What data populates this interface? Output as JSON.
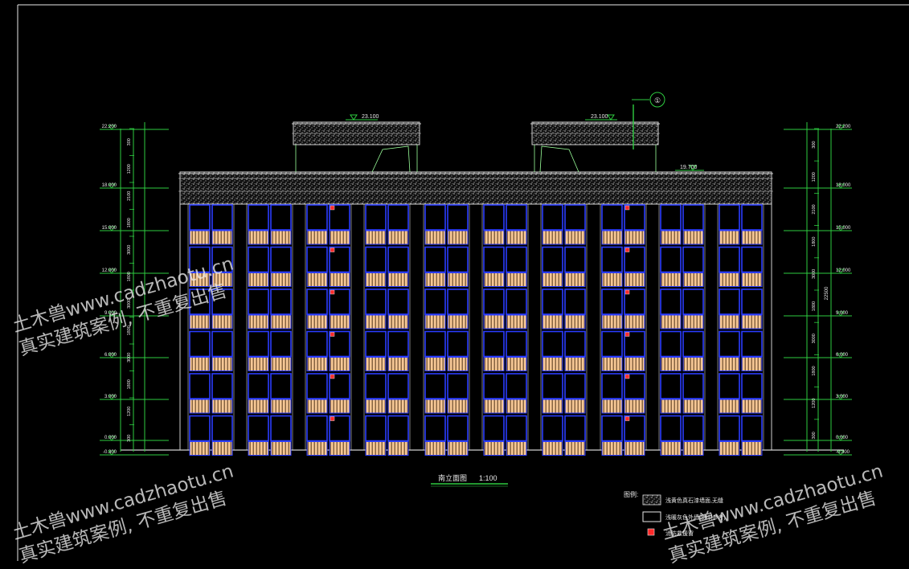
{
  "drawing": {
    "title": "南立面图",
    "scale": "1:100",
    "roof_levels": [
      "23.100",
      "23.100",
      "19.700"
    ],
    "axis_marker": "①",
    "left_levels": [
      "22.200",
      "18.000",
      "15.000",
      "12.000",
      "9.000",
      "6.000",
      "3.000",
      "0.000",
      "-0.300"
    ],
    "right_levels": [
      "22.200",
      "18.000",
      "15.000",
      "12.000",
      "9.000",
      "6.000",
      "3.000",
      "0.000",
      "-0.300"
    ],
    "left_dims": [
      "300",
      "1200",
      "2100",
      "1800",
      "3000",
      "1800",
      "3000",
      "1800",
      "3000",
      "1800",
      "1200",
      "300"
    ],
    "right_dims": [
      "300",
      "1200",
      "2100",
      "1800",
      "3000",
      "1800",
      "3000",
      "1800",
      "1200",
      "300"
    ],
    "total_dim": "22500"
  },
  "legend": {
    "title": "图例:",
    "items": [
      {
        "icon": "stone-texture-swatch",
        "label": "浅黄色真石漆墙面,无缝"
      },
      {
        "icon": "white-box-swatch",
        "label": "浅暖灰色外墙涂料(参考)"
      },
      {
        "icon": "red-square-swatch",
        "label": "消防救援窗"
      }
    ]
  },
  "watermarks": [
    {
      "line1": "土木兽www.cadzhaotu.cn",
      "line2": "真实建筑案例, 不重复出售"
    },
    {
      "line1": "土木兽www.cadzhaotu.cn",
      "line2": "真实建筑案例, 不重复出售"
    },
    {
      "line1": "土木兽www.cadzhaotu.cn",
      "line2": "真实建筑案例, 不重复出售"
    }
  ],
  "colors": {
    "frame": "#e8e8e8",
    "dim_line": "#2ecc40",
    "window": "#2a3cff",
    "balcony": "#f7c896",
    "outline": "#d0d0d0",
    "rescue_window": "#ff2a2a",
    "text": "#e8e8e8"
  }
}
